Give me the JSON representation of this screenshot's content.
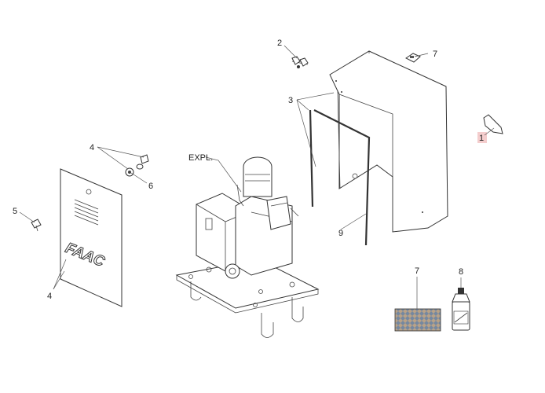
{
  "diagram": {
    "callouts": {
      "c1": "1",
      "c2": "2",
      "c3": "3",
      "c4a": "4",
      "c4b": "4",
      "c5": "5",
      "c6": "6",
      "c7a": "7",
      "c7b": "7",
      "c8": "8",
      "c9": "9",
      "expl": "EXPL."
    },
    "logo_text": "FAAC",
    "highlight_color": "#f2c4c4",
    "line_color": "#333333"
  }
}
